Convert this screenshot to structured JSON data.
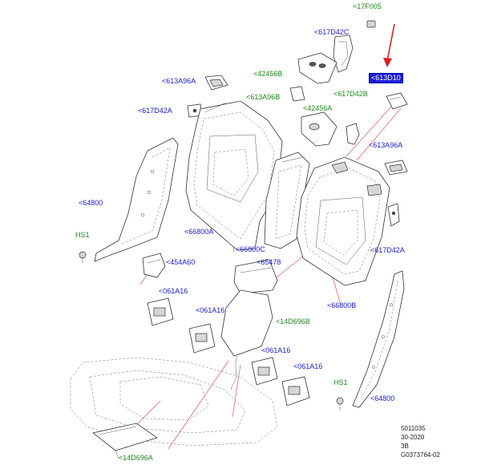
{
  "labels": [
    {
      "id": "17f005",
      "text": "<17F005",
      "color": "green"
    },
    {
      "id": "617d42c",
      "text": "<617D42C",
      "color": "blue"
    },
    {
      "id": "613d10",
      "text": "<613D10",
      "color": "blue",
      "highlight": true
    },
    {
      "id": "42456b",
      "text": "<42456B",
      "color": "green"
    },
    {
      "id": "613a96a-top",
      "text": "<613A96A",
      "color": "blue"
    },
    {
      "id": "617d42b",
      "text": "<617D42B",
      "color": "green"
    },
    {
      "id": "613a96b",
      "text": "<613A96B",
      "color": "green"
    },
    {
      "id": "42456a",
      "text": "<42456A",
      "color": "green"
    },
    {
      "id": "617d42a-left",
      "text": "<617D42A",
      "color": "blue"
    },
    {
      "id": "613a96a-right",
      "text": "<613A96A",
      "color": "blue"
    },
    {
      "id": "64800-left",
      "text": "<64800",
      "color": "blue"
    },
    {
      "id": "hs1-left",
      "text": "HS1",
      "color": "green"
    },
    {
      "id": "66800a",
      "text": "<66800A",
      "color": "blue"
    },
    {
      "id": "66800c",
      "text": "<66800C",
      "color": "blue"
    },
    {
      "id": "617d42a-right",
      "text": "<617D42A",
      "color": "blue"
    },
    {
      "id": "454a60",
      "text": "<454A60",
      "color": "blue"
    },
    {
      "id": "65478",
      "text": "<65478",
      "color": "blue"
    },
    {
      "id": "061a16-a",
      "text": "<061A16",
      "color": "blue"
    },
    {
      "id": "66800b",
      "text": "<66800B",
      "color": "blue"
    },
    {
      "id": "061a16-b",
      "text": "<061A16",
      "color": "blue"
    },
    {
      "id": "14d696b",
      "text": "<14D696B",
      "color": "green"
    },
    {
      "id": "061a16-c",
      "text": "<061A16",
      "color": "blue"
    },
    {
      "id": "061a16-d",
      "text": "<061A16",
      "color": "blue"
    },
    {
      "id": "hs1-right",
      "text": "HS1",
      "color": "green"
    },
    {
      "id": "64800-right",
      "text": "<64800",
      "color": "blue"
    },
    {
      "id": "14d696a",
      "text": "<14D696A",
      "color": "green"
    }
  ],
  "reference": {
    "line1": "5011035",
    "line2": "30-2020",
    "line3": "3B",
    "line4": "G0373764-02"
  },
  "colors": {
    "label_blue": "#1a1adb",
    "label_green": "#1e8a1e",
    "leader_red": "#e36a6a",
    "arrow_red": "#e02020"
  },
  "icons": {
    "pointer": "red-arrow-icon"
  }
}
